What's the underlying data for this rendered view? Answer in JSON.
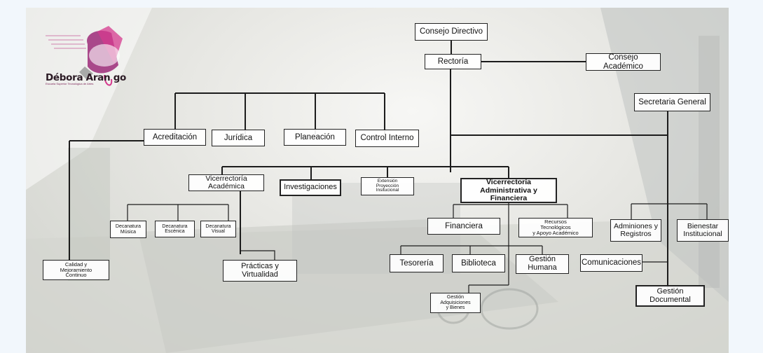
{
  "logo": {
    "name": "Débora Aran go",
    "subtitle": "Escuela Superior Tecnológica de Artes",
    "colors": {
      "magenta": "#9c2a78",
      "pink": "#d63a8e",
      "dark": "#2b1a24"
    }
  },
  "nodes": {
    "consejo_directivo": "Consejo Directivo",
    "rectoria": "Rectoría",
    "consejo_academico": "Consejo Académico",
    "secretaria_general": "Secretaria General",
    "acreditacion": "Acreditación",
    "juridica": "Jurídica",
    "planeacion": "Planeación",
    "control_interno": "Control Interno",
    "vicerrectoria_academica": "Vicerrectoría\nAcadémica",
    "investigaciones": "Investigaciones",
    "extension": "Extensión\nProyección\nInsitucional",
    "vicerrectoria_administrativa": "Vicerrectoría Administrativa y\nFinanciera",
    "decanatura_musica": "Decanatura\nMúsica",
    "decanatura_escenica": "Decanatura\nEscénica",
    "decanatura_visual": "Decanatura\nVisual",
    "financiera": "Financiera",
    "recursos_tecnologicos": "Recursos\nTecnológicos\ny Apoyo Académico",
    "admisiones": "Adminiones y\nRegistros",
    "bienestar": "Bienestar\nInstitucional",
    "calidad": "Calidad y\nMejoramiento\nContinuo",
    "practicas": "Prácticas y\nVirtualidad",
    "tesoreria": "Tesorería",
    "biblioteca": "Biblioteca",
    "gestion_humana": "Gestión\nHumana",
    "comunicaciones": "Comunicaciones",
    "gestion_adquisiciones": "Gestión\nAdquisiciones\ny Bienes",
    "gestion_documental": "Gestión\nDocumental"
  }
}
